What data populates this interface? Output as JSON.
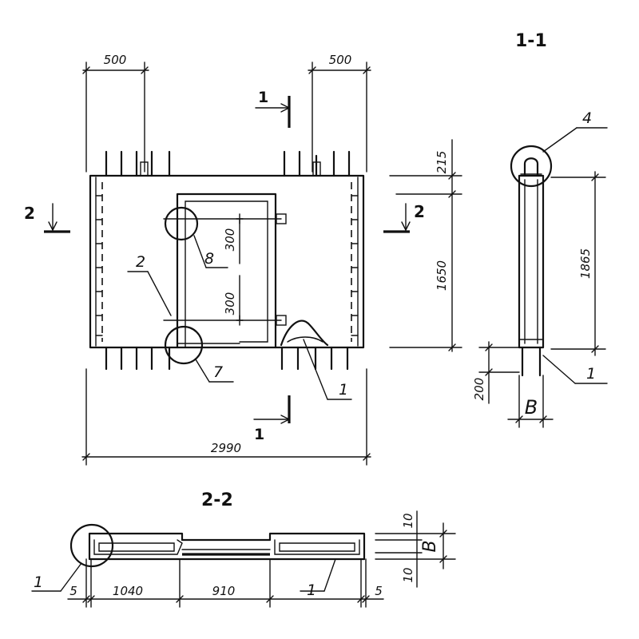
{
  "sections": {
    "s11_title": "1-1",
    "s22_title": "2-2",
    "cut1_top": "1",
    "cut1_bottom": "1",
    "cut2_left": "2",
    "cut2_right": "2"
  },
  "dimensions": {
    "top_left": "500",
    "top_right": "500",
    "total_width": "2990",
    "top_band": "215",
    "height": "1650",
    "upper_300": "300",
    "lower_300": "300",
    "s11_height": "1865",
    "s11_bottom": "200",
    "s11_width": "B",
    "s22_5_left": "5",
    "s22_1040": "1040",
    "s22_910": "910",
    "s22_5_right": "5",
    "s22_10_top": "10",
    "s22_10_bottom": "10",
    "s22_B": "B"
  },
  "callouts": {
    "c2": "2",
    "c8": "8",
    "c7": "7",
    "c1_main": "1",
    "c4": "4",
    "c1_s11": "1",
    "c1_s22_left": "1",
    "c1_s22_right": "1"
  }
}
